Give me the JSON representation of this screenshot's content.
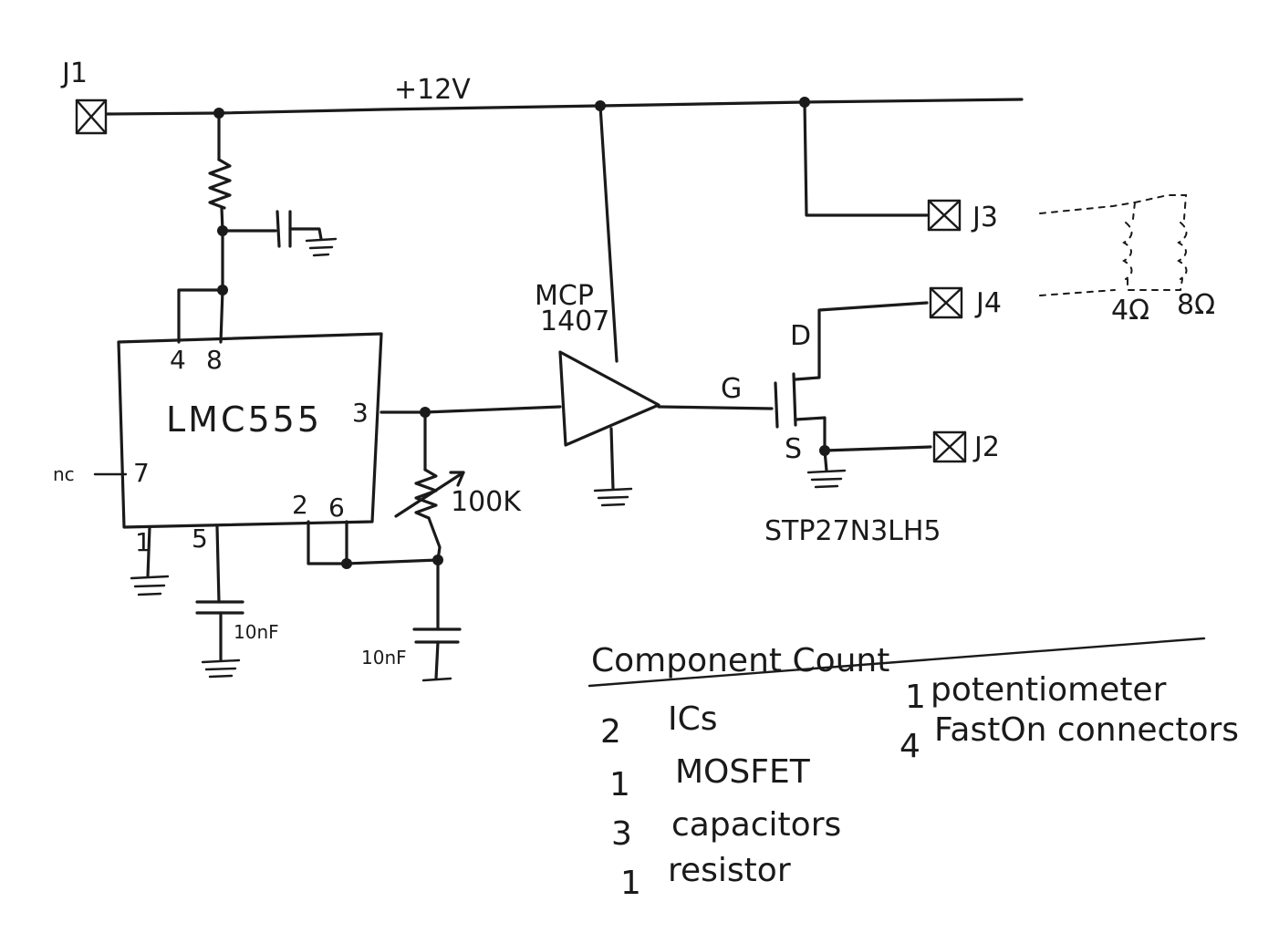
{
  "connectors": {
    "j1": "J1",
    "j2": "J2",
    "j3": "J3",
    "j4": "J4"
  },
  "supply": {
    "label": "+12V"
  },
  "ic555": {
    "name": "LMC555",
    "pins": {
      "p4": "4",
      "p8": "8",
      "p3": "3",
      "p7": "7",
      "p1": "1",
      "p5": "5",
      "p2": "2",
      "p6": "6"
    },
    "nc": "nc"
  },
  "driver": {
    "line1": "MCP",
    "line2": "1407"
  },
  "mosfet": {
    "part": "STP27N3LH5",
    "gate": "G",
    "drain": "D",
    "source": "S"
  },
  "pot": {
    "value": "100K"
  },
  "caps": {
    "c5": "10nF",
    "timing": "10nF"
  },
  "speakers": {
    "s4": "4Ω",
    "s8": "8Ω"
  },
  "component_count": {
    "title": "Component Count",
    "items": [
      {
        "count": "2",
        "label": "ICs"
      },
      {
        "count": "1",
        "label": "MOSFET"
      },
      {
        "count": "3",
        "label": "capacitors"
      },
      {
        "count": "1",
        "label": "resistor"
      },
      {
        "count": "1",
        "label": "potentiometer"
      },
      {
        "count": "4",
        "label": "FastOn connectors"
      }
    ]
  }
}
